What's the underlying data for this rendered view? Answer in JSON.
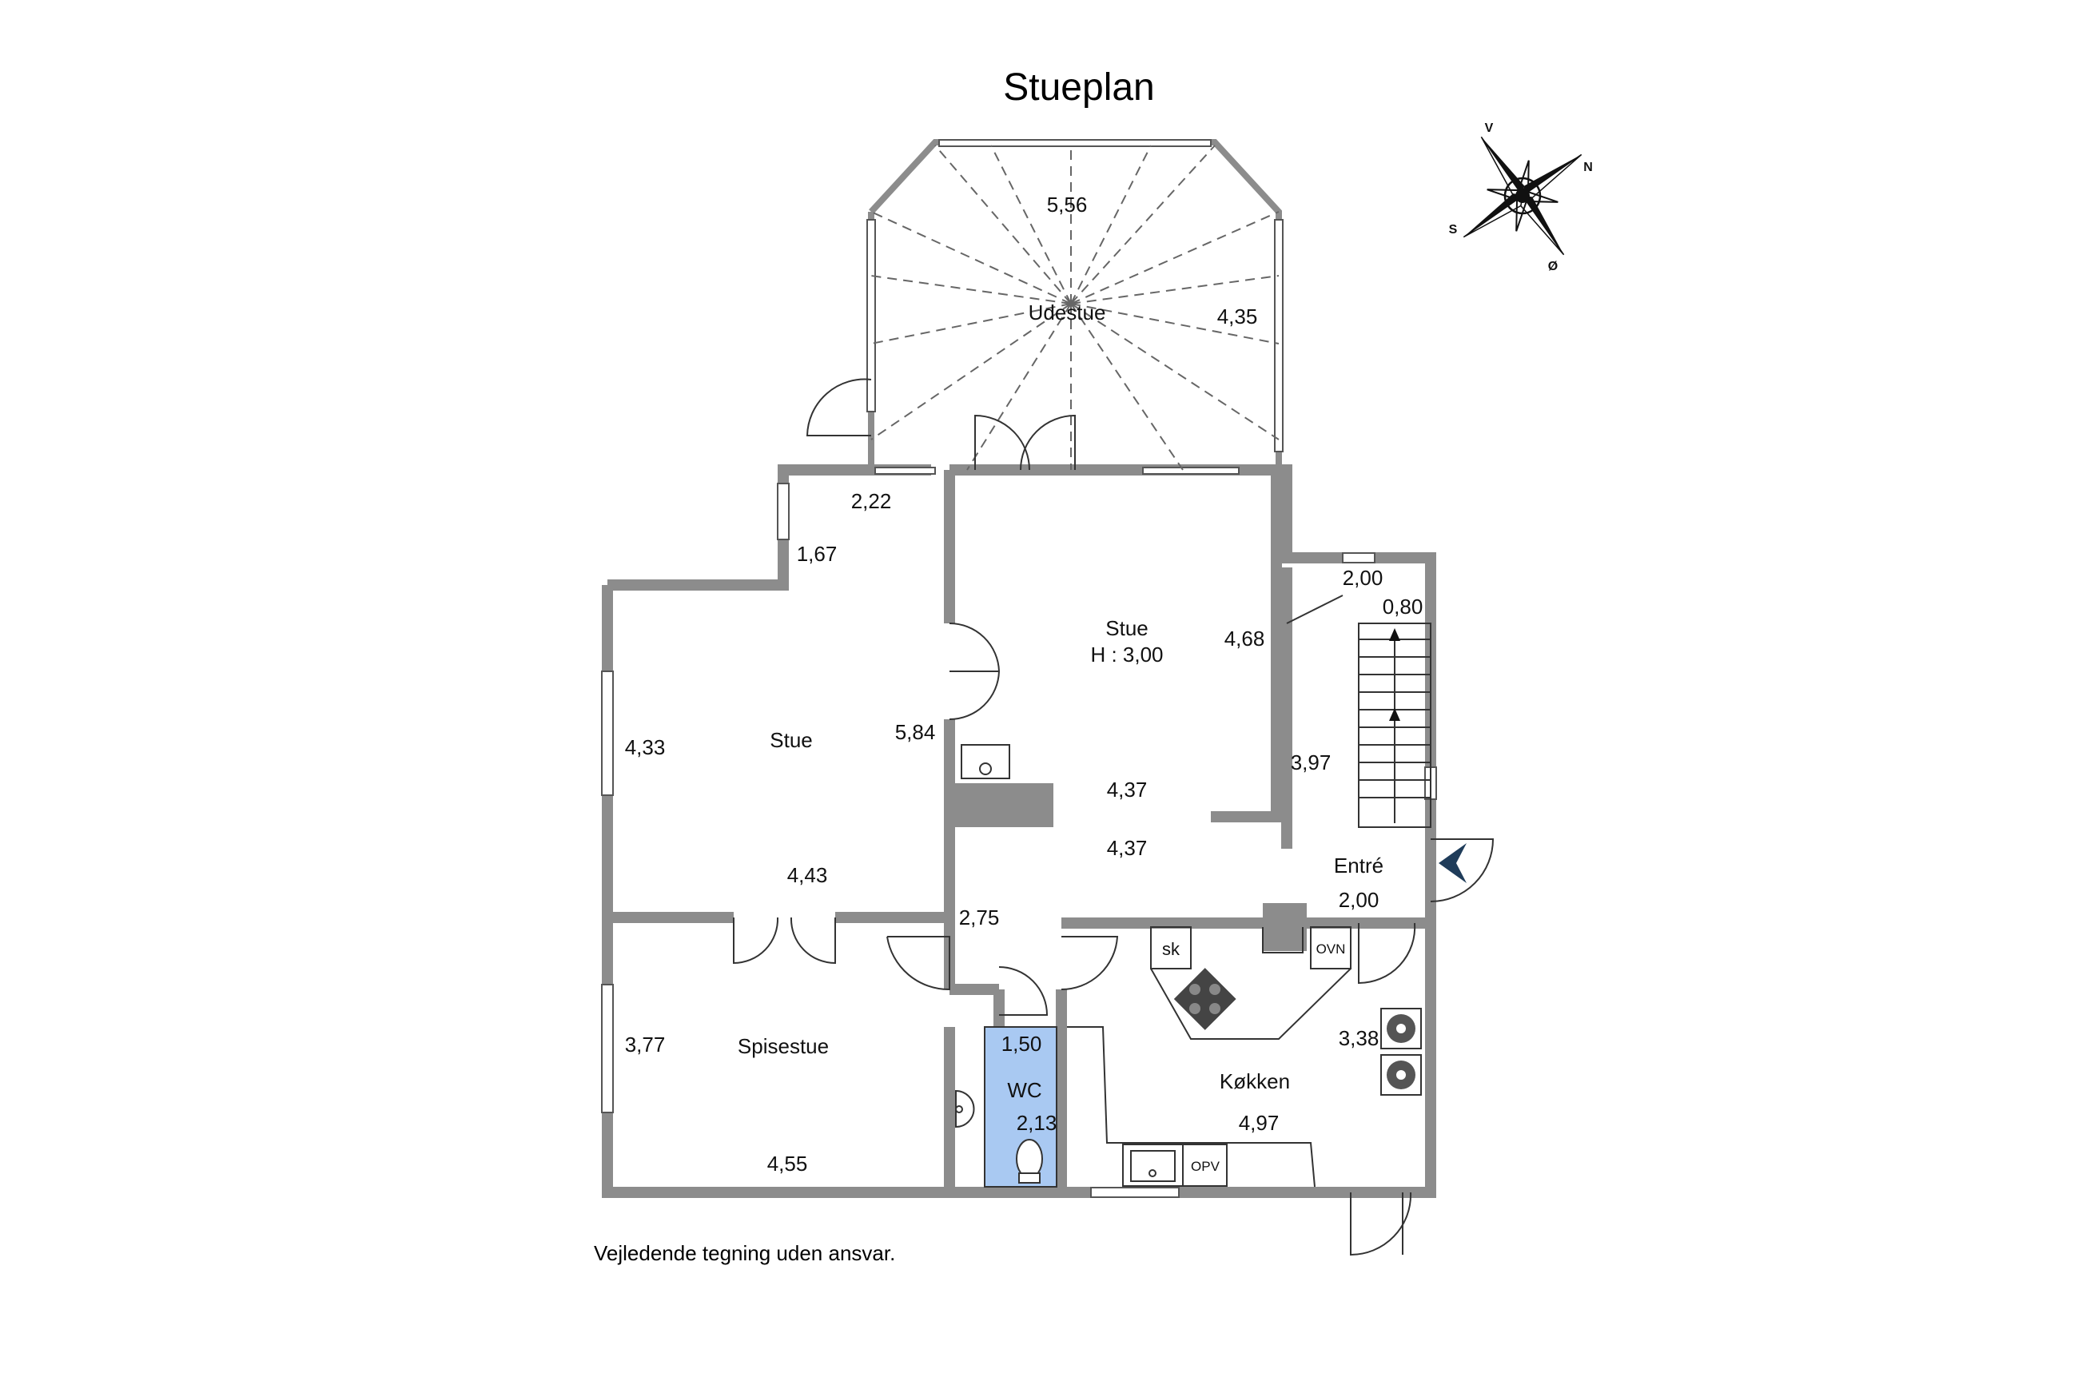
{
  "title": "Stueplan",
  "footer": "Vejledende tegning uden ansvar.",
  "compass": {
    "north": "N",
    "south": "S",
    "east": "Ø",
    "west": "V"
  },
  "colors": {
    "wall": "#8c8c8c",
    "wc_fill": "#a9c9f2",
    "entry_arrow": "#1f3c5a"
  },
  "rooms": {
    "udestue": {
      "name": "Udestue",
      "dims": [
        "5,56",
        "4,35"
      ]
    },
    "stue_left": {
      "name": "Stue",
      "dims": [
        "4,33",
        "5,84",
        "1,67",
        "2,22"
      ]
    },
    "stue_main": {
      "name": "Stue",
      "height": "H : 3,00",
      "dims": [
        "4,68",
        "4,37"
      ]
    },
    "spisestue": {
      "name": "Spisestue",
      "dims": [
        "3,77",
        "4,55",
        "4,43"
      ]
    },
    "hall": {
      "dims": [
        "4,37",
        "2,75"
      ]
    },
    "entre": {
      "name": "Entré",
      "dims": [
        "2,00",
        "3,97",
        "2,00",
        "0,80"
      ]
    },
    "wc": {
      "name": "WC",
      "dims": [
        "1,50",
        "2,13"
      ]
    },
    "kokken": {
      "name": "Køkken",
      "dims": [
        "4,97",
        "3,38"
      ]
    }
  },
  "fixtures": {
    "sk": "sk",
    "ovn": "OVN",
    "opv": "OPV"
  }
}
